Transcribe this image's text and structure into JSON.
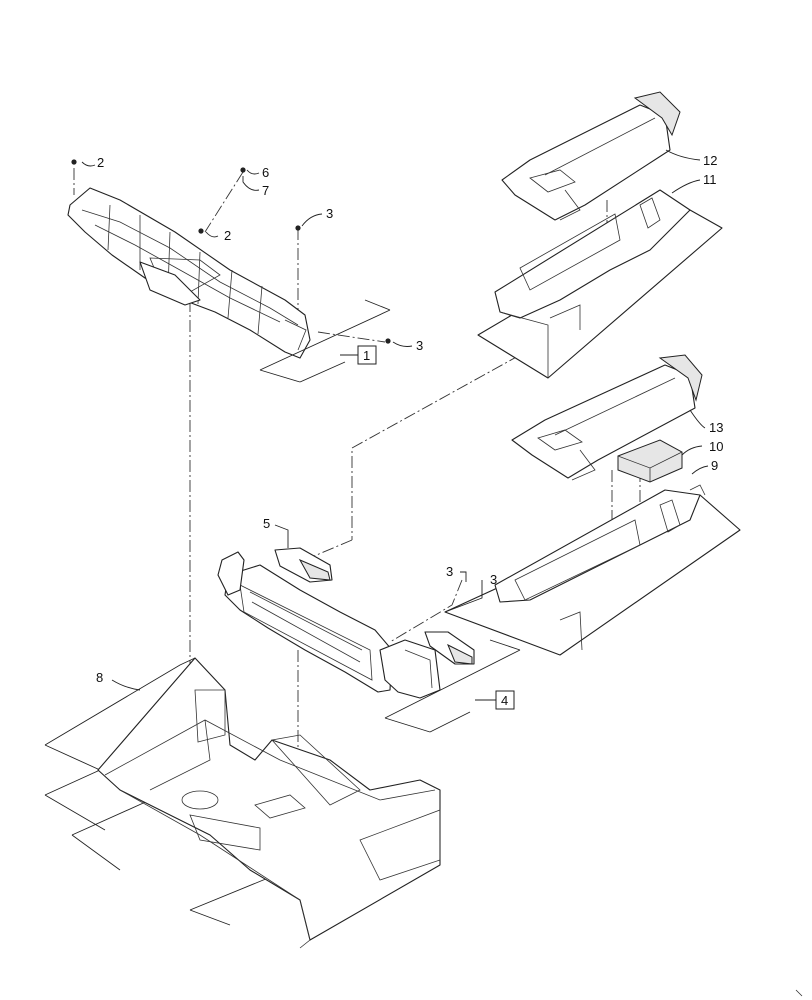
{
  "callouts": [
    {
      "id": "c-2a",
      "text": "2"
    },
    {
      "id": "c-6",
      "text": "6"
    },
    {
      "id": "c-7",
      "text": "7"
    },
    {
      "id": "c-2b",
      "text": "2"
    },
    {
      "id": "c-3a",
      "text": "3"
    },
    {
      "id": "c-1",
      "text": "1"
    },
    {
      "id": "c-3b",
      "text": "3"
    },
    {
      "id": "c-12",
      "text": "12"
    },
    {
      "id": "c-11",
      "text": "11"
    },
    {
      "id": "c-13",
      "text": "13"
    },
    {
      "id": "c-10",
      "text": "10"
    },
    {
      "id": "c-9",
      "text": "9"
    },
    {
      "id": "c-5",
      "text": "5"
    },
    {
      "id": "c-3c",
      "text": "3"
    },
    {
      "id": "c-3d",
      "text": "3"
    },
    {
      "id": "c-4",
      "text": "4"
    },
    {
      "id": "c-8",
      "text": "8"
    }
  ],
  "colors": {
    "line": "#222222",
    "background": "#ffffff",
    "shade": "#e6e6e6"
  }
}
